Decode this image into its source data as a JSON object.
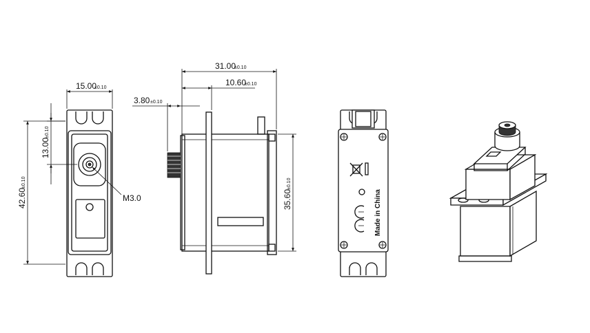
{
  "dimensions": {
    "width_front": {
      "value": "15.00",
      "tolerance": "±0.10"
    },
    "height_total": {
      "value": "42.60",
      "tolerance": "±0.10"
    },
    "shaft_offset": {
      "value": "13.00",
      "tolerance": "±0.10"
    },
    "thread": {
      "value": "M3.0"
    },
    "depth_total": {
      "value": "31.00",
      "tolerance": "±0.10"
    },
    "depth_body": {
      "value": "10.60",
      "tolerance": "±0.10"
    },
    "spline_length": {
      "value": "3.80",
      "tolerance": "±0.10"
    },
    "body_height": {
      "value": "35.60",
      "tolerance": "±0.10"
    }
  },
  "rear_label": {
    "text": "Made in China"
  },
  "colors": {
    "line": "#111111",
    "background": "#ffffff"
  }
}
